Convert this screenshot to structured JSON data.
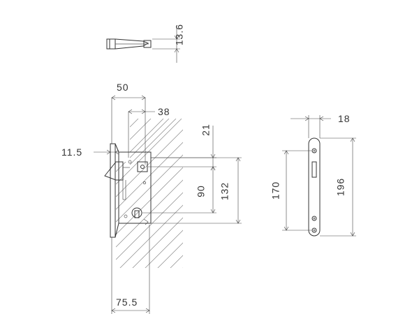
{
  "dimensions": {
    "pin_diameter": "13.6",
    "backset_width": "50",
    "handle_backset": "38",
    "faceplate_thickness": "11.5",
    "spindle_offset": "21",
    "center_distance": "90",
    "body_height": "132",
    "case_depth": "75.5",
    "faceplate_width": "18",
    "screw_spacing": "170",
    "faceplate_height": "196"
  }
}
